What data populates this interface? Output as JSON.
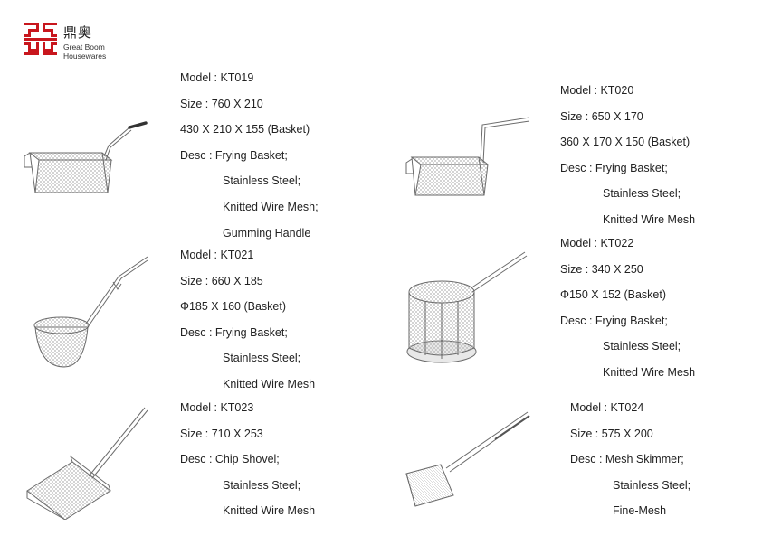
{
  "brand": {
    "chinese_name": "鼎奥",
    "english_line1": "Great Boom",
    "english_line2": "Housewares",
    "logo_color": "#c8161d"
  },
  "products": [
    {
      "model": "Model : KT019",
      "size": "Size   : 760 X 210",
      "extra": "430 X 210 X 155 (Basket)",
      "desc": "Desc  : Frying Basket;",
      "desc_more": [
        "Stainless Steel;",
        "Knitted Wire Mesh;",
        "Gumming Handle"
      ],
      "image_icon": "frying-basket-rect-gum-handle"
    },
    {
      "model": "Model : KT020",
      "size": "Size   : 650 X 170",
      "extra": "360 X 170 X 150 (Basket)",
      "desc": "Desc  : Frying Basket;",
      "desc_more": [
        "Stainless Steel;",
        "Knitted Wire Mesh"
      ],
      "image_icon": "frying-basket-rect"
    },
    {
      "model": "Model : KT021",
      "size": "Size   : 660 X 185",
      "extra": "Φ185 X 160 (Basket)",
      "desc": "Desc  : Frying Basket;",
      "desc_more": [
        "Stainless Steel;",
        "Knitted Wire Mesh"
      ],
      "image_icon": "frying-basket-round-long-handle"
    },
    {
      "model": "Model : KT022",
      "size": "Size   : 340 X 250",
      "extra": "Φ150 X 152 (Basket)",
      "desc": "Desc  : Frying Basket;",
      "desc_more": [
        "Stainless Steel;",
        "Knitted Wire Mesh"
      ],
      "image_icon": "frying-basket-cylinder"
    },
    {
      "model": "Model : KT023",
      "size": "Size   : 710 X 253",
      "desc": "Desc  : Chip Shovel;",
      "desc_more": [
        "Stainless Steel;",
        "Knitted Wire Mesh"
      ],
      "image_icon": "chip-shovel"
    },
    {
      "model": "Model : KT024",
      "size": "Size   : 575 X 200",
      "desc": "Desc  : Mesh Skimmer;",
      "desc_more": [
        "Stainless Steel;",
        "Fine-Mesh"
      ],
      "image_icon": "mesh-skimmer"
    }
  ]
}
